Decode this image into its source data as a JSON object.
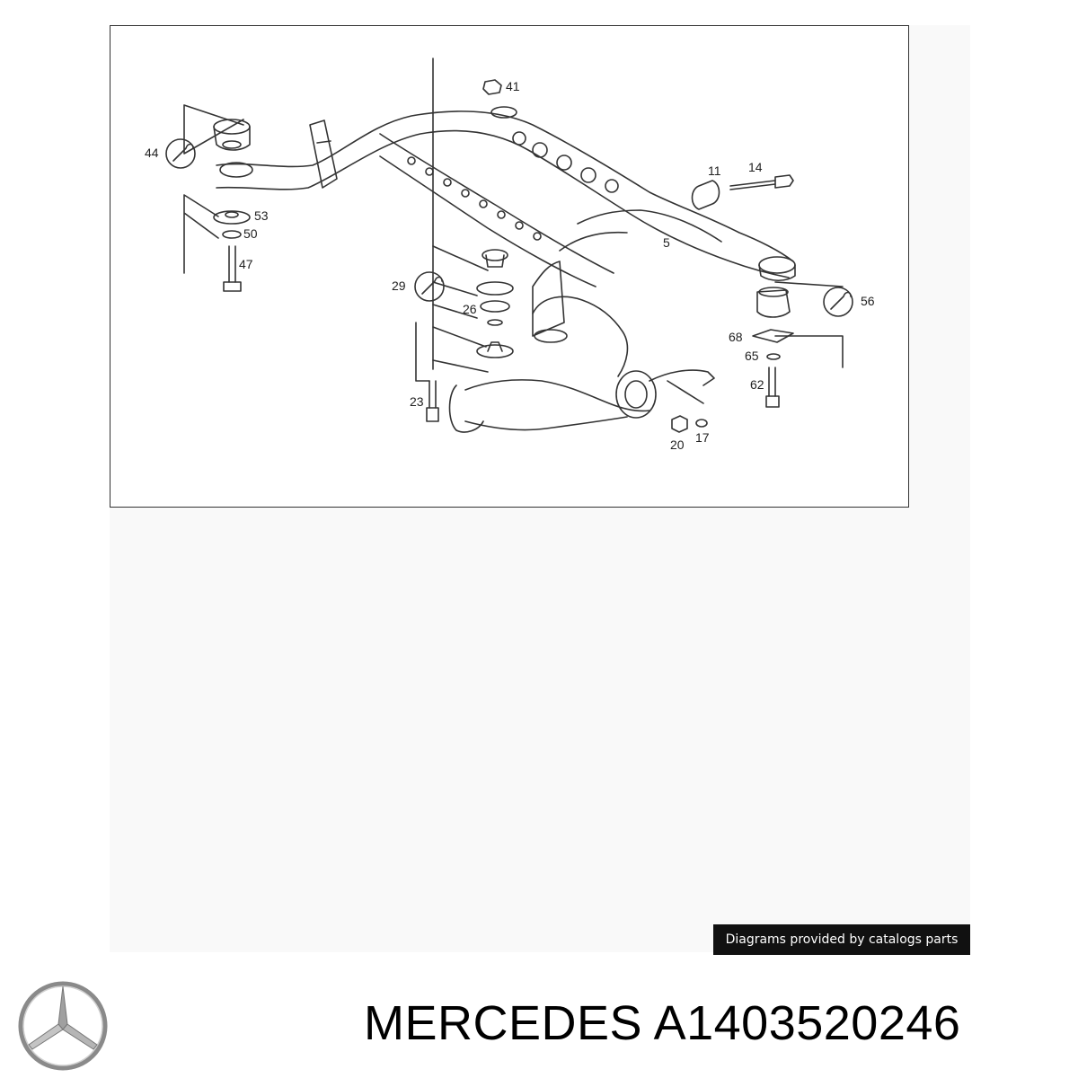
{
  "diagram": {
    "callouts": [
      "41",
      "44",
      "11",
      "14",
      "53",
      "50",
      "5",
      "47",
      "29",
      "56",
      "26",
      "68",
      "65",
      "23",
      "62",
      "20",
      "17"
    ]
  },
  "credit": {
    "text": "Diagrams provided by catalogs parts"
  },
  "product": {
    "brand": "MERCEDES",
    "part_number": "A1403520246"
  },
  "icons": {
    "logo": "mercedes-star-logo",
    "tool": "wrench-icon"
  },
  "colors": {
    "line": "#333333",
    "badge_bg": "#111111",
    "badge_text": "#ffffff"
  }
}
